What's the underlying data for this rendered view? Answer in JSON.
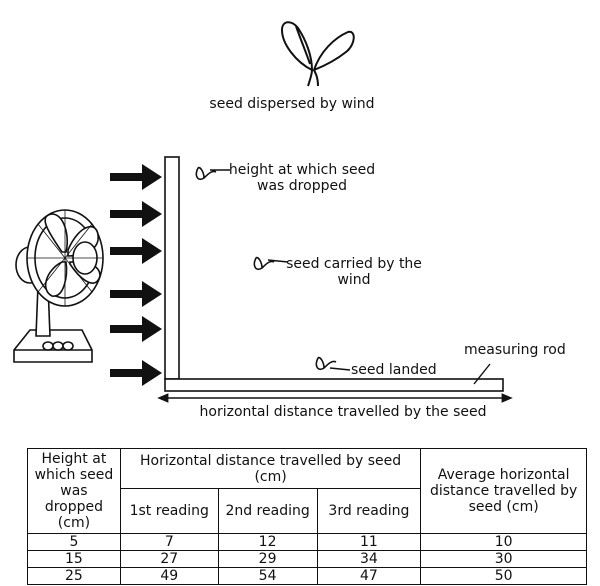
{
  "labels": {
    "seed_caption": "seed dispersed by wind",
    "drop_height": "height at which seed\nwas dropped",
    "carried": "seed carried by the\nwind",
    "landed": "seed landed",
    "rod": "measuring rod",
    "horizontal": "horizontal distance travelled by the seed"
  },
  "table": {
    "col_height": "Height at which seed was dropped (cm)",
    "col_group": "Horizontal distance travelled by seed (cm)",
    "col_average": "Average horizontal distance travelled by seed (cm)",
    "readings": [
      "1st reading",
      "2nd reading",
      "3rd reading"
    ],
    "rows": [
      {
        "height": "5",
        "r1": "7",
        "r2": "12",
        "r3": "11",
        "avg": "10"
      },
      {
        "height": "15",
        "r1": "27",
        "r2": "29",
        "r3": "34",
        "avg": "30"
      },
      {
        "height": "25",
        "r1": "49",
        "r2": "54",
        "r3": "47",
        "avg": "50"
      }
    ]
  },
  "icons": [
    "winged-seed-icon",
    "fan-icon",
    "wind-arrow-icon",
    "small-seed-icon"
  ]
}
